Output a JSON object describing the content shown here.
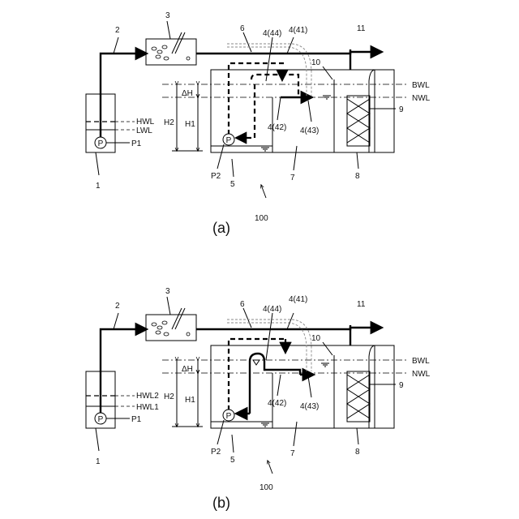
{
  "panels": [
    {
      "id": "a",
      "caption": "(a)",
      "labels": {
        "pipe_supply": "2",
        "buffer_tank": "3",
        "riser_pipe": "6",
        "siphon_44": "4(44)",
        "siphon_41": "4(41)",
        "weir": "10",
        "outlet": "11",
        "bwl": "BWL",
        "nwl": "NWL",
        "delta_h": "ΔH",
        "h2": "H2",
        "h1": "H1",
        "siphon_42": "4(42)",
        "siphon_43": "4(43)",
        "screen": "9",
        "source_tank": "1",
        "pump_p1": "P1",
        "pump_p2": "P2",
        "inlet_sump": "5",
        "basin": "7",
        "filter_bed": "8",
        "system": "100",
        "level_upper": "HWL",
        "level_lower": "LWL",
        "p1_glyph": "P",
        "p2_glyph": "P"
      }
    },
    {
      "id": "b",
      "caption": "(b)",
      "labels": {
        "pipe_supply": "2",
        "buffer_tank": "3",
        "riser_pipe": "6",
        "siphon_44": "4(44)",
        "siphon_41": "4(41)",
        "weir": "10",
        "outlet": "11",
        "bwl": "BWL",
        "nwl": "NWL",
        "delta_h": "ΔH",
        "h2": "H2",
        "h1": "H1",
        "siphon_42": "4(42)",
        "siphon_43": "4(43)",
        "screen": "9",
        "source_tank": "1",
        "pump_p1": "P1",
        "pump_p2": "P2",
        "inlet_sump": "5",
        "basin": "7",
        "filter_bed": "8",
        "system": "100",
        "level_upper": "HWL2",
        "level_lower": "HWL1",
        "p1_glyph": "P",
        "p2_glyph": "P"
      }
    }
  ]
}
